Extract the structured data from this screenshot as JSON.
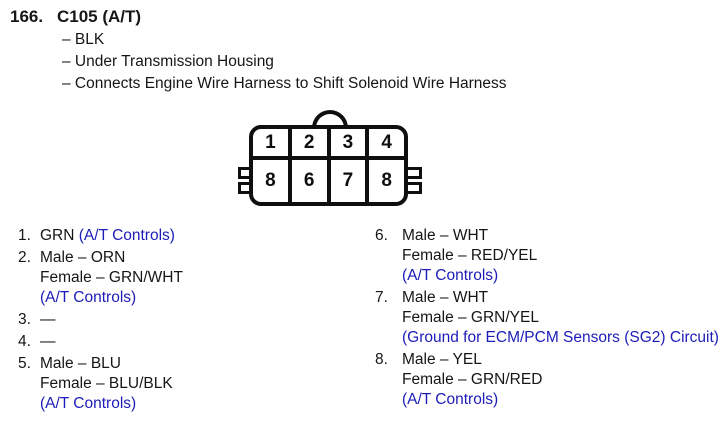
{
  "colors": {
    "text": "#161616",
    "accent_blue": "#1c1cb8",
    "line": "#0f0f0f"
  },
  "header": {
    "index": "166.",
    "title": "C105 (A/T)"
  },
  "details": [
    "– BLK",
    "– Under Transmission Housing",
    "– Connects Engine Wire Harness to Shift Solenoid Wire Harness"
  ],
  "connector": {
    "top_row": [
      "1",
      "2",
      "3",
      "4"
    ],
    "bottom_row": [
      "8",
      "6",
      "7",
      "8"
    ]
  },
  "pins": {
    "left": [
      {
        "num": "1.",
        "wire": "GRN",
        "circuit": "(A/T Controls)"
      },
      {
        "num": "2.",
        "male": "Male – ORN",
        "female": "Female – GRN/WHT",
        "circuit": "(A/T Controls)"
      },
      {
        "num": "3.",
        "empty": "—"
      },
      {
        "num": "4.",
        "empty": "—"
      },
      {
        "num": "5.",
        "male": "Male – BLU",
        "female": "Female – BLU/BLK",
        "circuit": "(A/T Controls)"
      }
    ],
    "right": [
      {
        "num": "6.",
        "male": "Male – WHT",
        "female": "Female – RED/YEL",
        "circuit": "(A/T Controls)"
      },
      {
        "num": "7.",
        "male": "Male – WHT",
        "female": "Female – GRN/YEL",
        "circuit": "(Ground for ECM/PCM Sensors (SG2) Circuit)"
      },
      {
        "num": "8.",
        "male": "Male – YEL",
        "female": "Female – GRN/RED",
        "circuit": "(A/T Controls)"
      }
    ]
  }
}
